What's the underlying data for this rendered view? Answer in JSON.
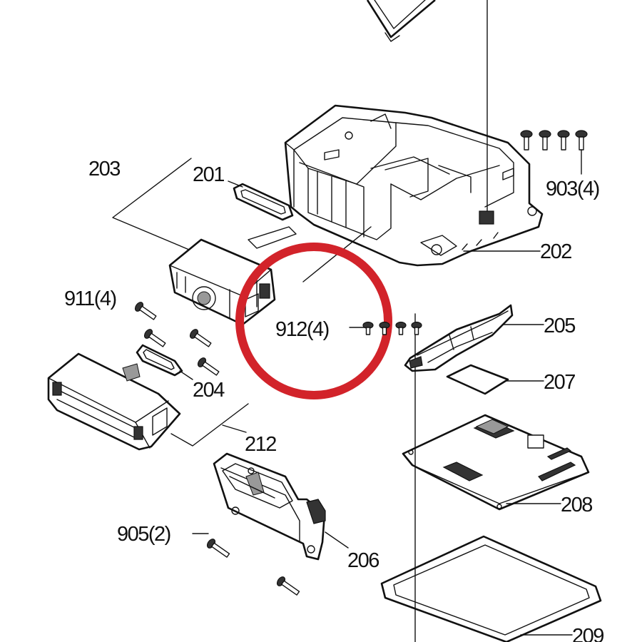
{
  "colors": {
    "highlight": "#d2232a",
    "ink": "#111111",
    "background": "#ffffff"
  },
  "labels": {
    "l201": "201",
    "l202": "202",
    "l203": "203",
    "l204": "204",
    "l205": "205",
    "l206": "206",
    "l207": "207",
    "l208": "208",
    "l209": "209",
    "l212": "212",
    "l903": "903(4)",
    "l905": "905(2)",
    "l911": "911(4)",
    "l912": "912(4)"
  }
}
